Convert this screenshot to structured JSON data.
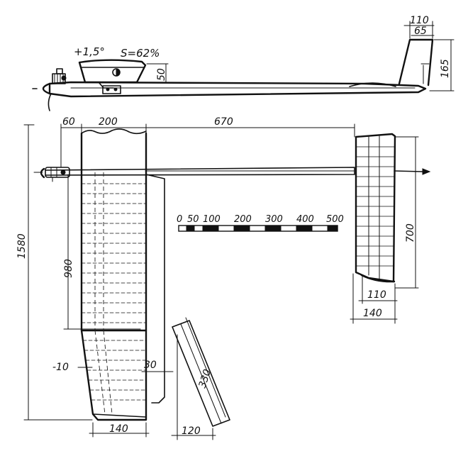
{
  "side_view": {
    "wing_incidence": "+1,5°",
    "airfoil": "S=62%",
    "wing_mount_height": "50",
    "fin_top_chord": "110",
    "fin_tip_offset": "65",
    "fin_height": "165"
  },
  "top_view": {
    "nose_length": "60",
    "wing_root_chord_dim": "200",
    "tail_moment_arm": "670",
    "semi_span": "1580",
    "center_panel_length": "980",
    "tip_sweep": "-10",
    "tip_chord": "140",
    "aileron_gap": "30",
    "aileron_length": "330",
    "aileron_width": "120",
    "stab_span": "700",
    "stab_tip_chord": "110",
    "stab_root_chord": "140"
  },
  "scale_bar": {
    "labels": [
      "0",
      "50",
      "100",
      "200",
      "300",
      "400",
      "500"
    ]
  }
}
